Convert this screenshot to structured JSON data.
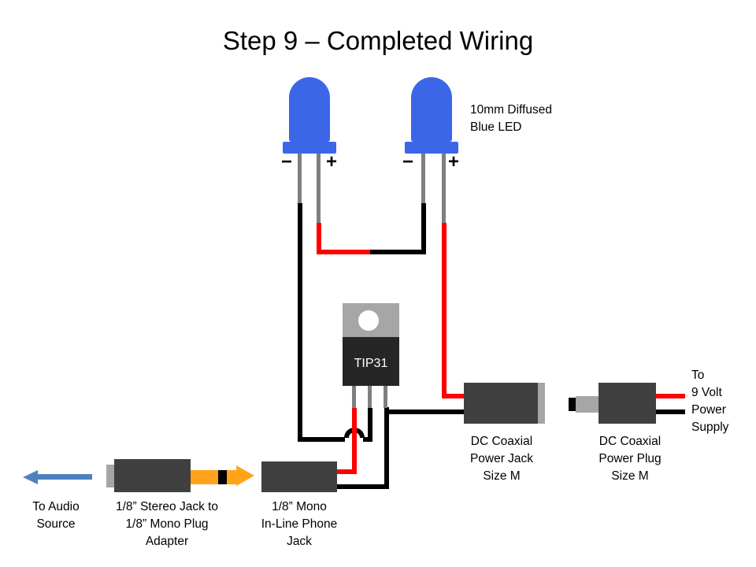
{
  "title": "Step 9 – Completed Wiring",
  "colors": {
    "wire_red": "#FF0000",
    "wire_black": "#000000",
    "lead_gray": "#7F7F7F",
    "led_blue": "#3C66E8",
    "dark_gray": "#404040",
    "transistor_black": "#262626",
    "light_gray": "#A6A6A6",
    "orange": "#FFA31A",
    "arrow_blue": "#4F81BD",
    "text_black": "#000000"
  },
  "led": {
    "minus": "−",
    "plus": "+",
    "label_line1": "10mm Diffused",
    "label_line2": "Blue LED"
  },
  "transistor": {
    "label": "TIP31"
  },
  "power_jack": {
    "line1": "DC Coaxial",
    "line2": "Power Jack",
    "line3": "Size M"
  },
  "power_plug": {
    "line1": "DC Coaxial",
    "line2": "Power Plug",
    "line3": "Size M"
  },
  "power_supply_note": {
    "line1": "To",
    "line2": "9 Volt",
    "line3": "Power",
    "line4": "Supply"
  },
  "mono_jack": {
    "line1": "1/8” Mono",
    "line2": "In-Line Phone",
    "line3": "Jack"
  },
  "adapter": {
    "line1": "1/8” Stereo Jack to",
    "line2": "1/8” Mono Plug",
    "line3": "Adapter"
  },
  "audio_note": {
    "line1": "To Audio",
    "line2": "Source"
  }
}
